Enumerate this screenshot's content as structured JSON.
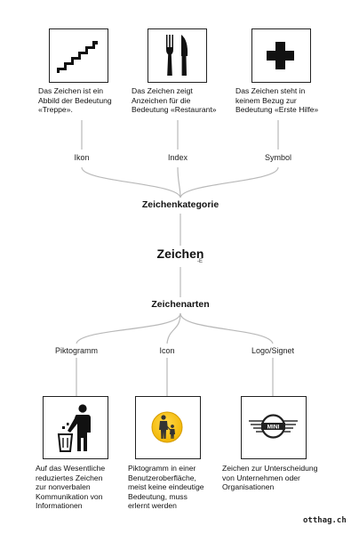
{
  "top_categories": [
    {
      "label": "Ikon",
      "icon": "stairs-icon",
      "description": "Das Zeichen ist ein\nAbbild der Bedeutung\n«Treppe»."
    },
    {
      "label": "Index",
      "icon": "fork-knife-icon",
      "description": "Das Zeichen zeigt\nAnzeichen für die\nBedeutung «Restaurant»"
    },
    {
      "label": "Symbol",
      "icon": "cross-icon",
      "description": "Das Zeichen steht in\nkeinem Bezug zur\nBedeutung «Erste Hilfe»"
    }
  ],
  "zeichenkategorie": "Zeichenkategorie",
  "zeichen": "Zeichen",
  "zeichen_mark": "-E",
  "zeichenarten": "Zeichenarten",
  "bottom_types": [
    {
      "label": "Piktogramm",
      "icon": "trash-pictogram-icon",
      "description": "Auf das Wesentliche\nreduziertes Zeichen\nzur nonverbalen\nKommunikation von\nInformationen"
    },
    {
      "label": "Icon",
      "icon": "family-icon",
      "description": "Piktogramm in einer\nBenutzeroberfläche,\nmeist keine eindeutige\nBedeutung, muss\nerlernt werden"
    },
    {
      "label": "Logo/Signet",
      "icon": "mini-logo-icon",
      "description": "Zeichen zur Unterscheidung\nvon Unternehmen oder\nOrganisationen"
    }
  ],
  "watermark": "otthag.ch",
  "colors": {
    "line": "#b5b5b5",
    "icon_yellow": "#f5c518",
    "black": "#111111"
  }
}
